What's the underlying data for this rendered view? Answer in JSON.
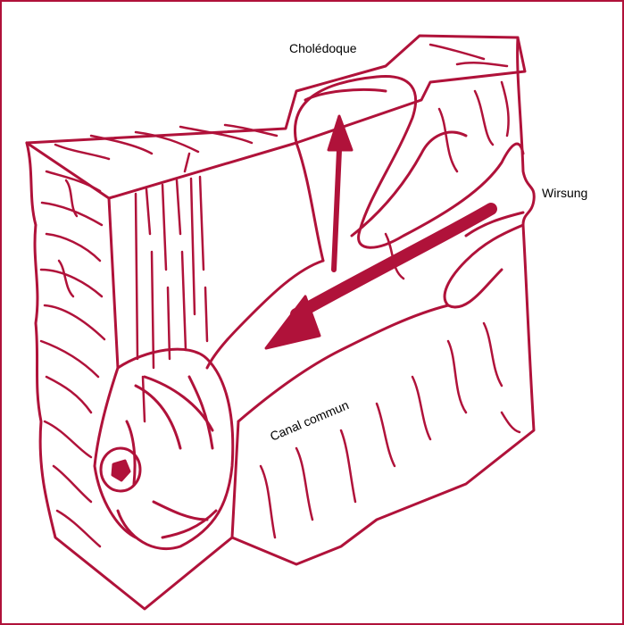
{
  "labels": {
    "choledoque": "Cholédoque",
    "wirsung": "Wirsung",
    "canal_commun": "Canal commun"
  },
  "colors": {
    "line": "#b0123a",
    "arrow": "#b0123a",
    "text": "#000000",
    "background": "#ffffff"
  }
}
